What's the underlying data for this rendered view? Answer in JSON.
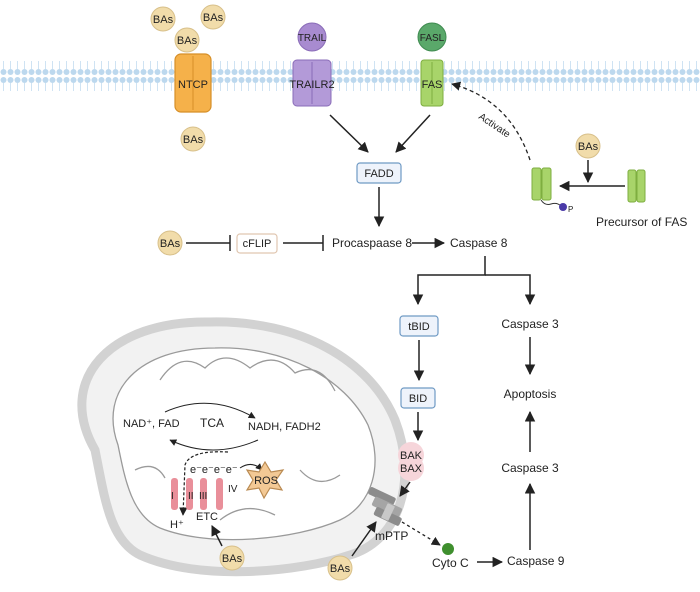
{
  "membrane": {
    "receptors": {
      "ntcp": "NTCP",
      "trailr2": "TRAILR2",
      "fas": "FAS"
    },
    "ligands": {
      "trail": "TRAIL",
      "fasl": "FASL"
    },
    "bas_label": "BAs"
  },
  "pathway": {
    "fadd": "FADD",
    "cflip": "cFLIP",
    "procaspase8": "Procaspaase 8",
    "caspase8": "Caspase 8",
    "tbid": "tBID",
    "bid": "BID",
    "bak": "BAK",
    "bax": "BAX",
    "caspase3_top": "Caspase 3",
    "apoptosis": "Apoptosis",
    "caspase3_bottom": "Caspase 3",
    "caspase9": "Caspase 9",
    "cyto_c": "Cyto  C",
    "activate": "Activate",
    "precursor_fas": "Precursor of FAS",
    "p_label": "P"
  },
  "mitochondrion": {
    "nad_fad": "NAD⁺, FAD",
    "tca": "TCA",
    "nadh": "NADH, FADH2",
    "etc": "ETC",
    "ros": "ROS",
    "mptp": "mPTP",
    "h_plus": "H⁺",
    "complexes": [
      "I",
      "II",
      "III",
      "IV"
    ],
    "electrons": "e⁻e⁻e⁻e⁻"
  },
  "colors": {
    "bas_fill": "#f1dcaa",
    "membrane": "#bcd8ee",
    "ntcp": "#f5b14a",
    "trail": "#a88bd0",
    "fas": "#a8d46a",
    "fasl": "#5aa86a",
    "box_border": "#6f9ac4",
    "etc_pink": "#e98f9a",
    "bak_pink": "#f6d5da",
    "cyto_green": "#3f8f2e",
    "p_purple": "#4a3aa8"
  }
}
